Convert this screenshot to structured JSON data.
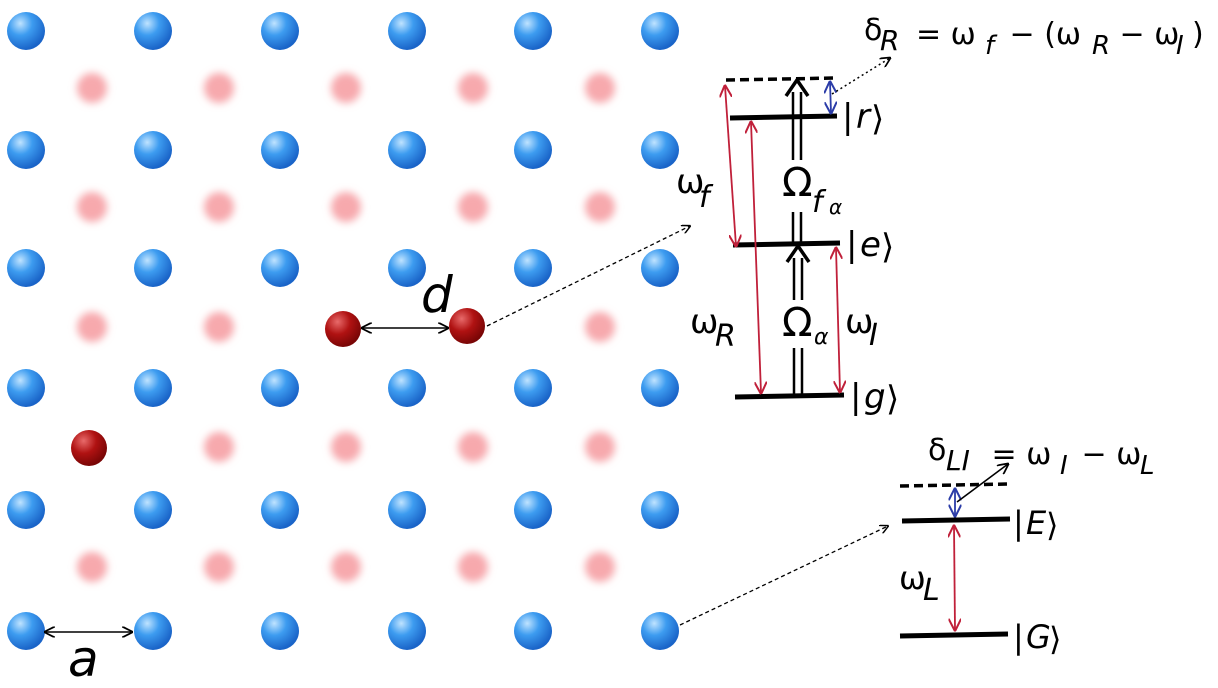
{
  "lattice": {
    "spacing_label": "a",
    "pair_spacing_label": "d",
    "colors": {
      "blue_atom": "#2f8fe8",
      "blue_atom_light": "#9fd2ff",
      "pink_site": "#f7a9ad",
      "red_atom": "#a90f0f",
      "red_atom_light": "#e04a4a"
    }
  },
  "upper_scheme": {
    "states": {
      "r": {
        "sym": "r"
      },
      "e": {
        "sym": "e"
      },
      "g": {
        "sym": "g"
      }
    },
    "detuning": {
      "lhs_sym": "δ",
      "lhs_sub": "R",
      "rhs": "= ω",
      "rhs_sub1": "f",
      "rhs_mid": " − (ω",
      "rhs_sub2": "R",
      "rhs_mid2": " − ω",
      "rhs_sub3": "I",
      "rhs_end": ")"
    },
    "omega_f": {
      "sym": "ω",
      "sub": "f"
    },
    "omega_R": {
      "sym": "ω",
      "sub": "R"
    },
    "omega_I": {
      "sym": "ω",
      "sub": "I"
    },
    "rabi_upper": {
      "sym": "Ω",
      "sub": "f",
      "subsub": "α"
    },
    "rabi_lower": {
      "sym": "Ω",
      "sub": "α"
    }
  },
  "lower_scheme": {
    "states": {
      "E": {
        "sym": "E"
      },
      "G": {
        "sym": "G"
      }
    },
    "detuning": {
      "lhs_sym": "δ",
      "lhs_sub": "LI",
      "rhs": " = ω",
      "rhs_sub1": "I",
      "rhs_mid": " − ω",
      "rhs_sub2": "L"
    },
    "omega_L": {
      "sym": "ω",
      "sub": "L"
    }
  },
  "colors": {
    "red_arrow": "#c0203a",
    "blue_arrow": "#2b3ca8",
    "black": "#000000"
  }
}
